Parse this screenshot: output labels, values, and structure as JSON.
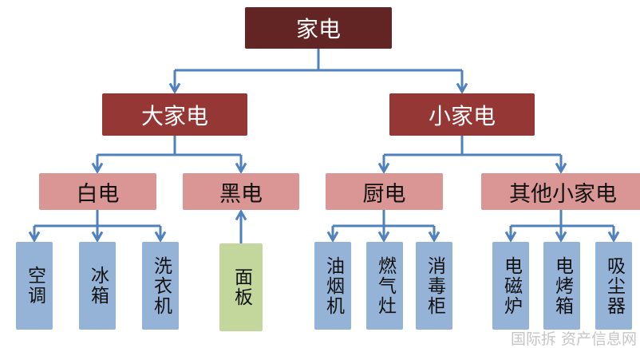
{
  "root": {
    "label": "家电"
  },
  "categories": [
    {
      "label": "大家电"
    },
    {
      "label": "小家电"
    }
  ],
  "groups": [
    {
      "label": "白电"
    },
    {
      "label": "黑电"
    },
    {
      "label": "厨电"
    },
    {
      "label": "其他小家电"
    }
  ],
  "leaves": {
    "white": [
      "空调",
      "冰箱",
      "洗衣机"
    ],
    "black": [
      "面板"
    ],
    "kitchen": [
      "油烟机",
      "燃气灶",
      "消毒柜"
    ],
    "other": [
      "电磁炉",
      "电烤箱",
      "吸尘器"
    ]
  },
  "watermark": {
    "line1": "国际拆",
    "line2": "资产信息网"
  },
  "colors": {
    "root": "#632523",
    "category": "#953735",
    "group": "#d99694",
    "leaf": "#95b3d7",
    "leaf_highlight": "#c3d69b",
    "connector": "#4f81bd"
  }
}
